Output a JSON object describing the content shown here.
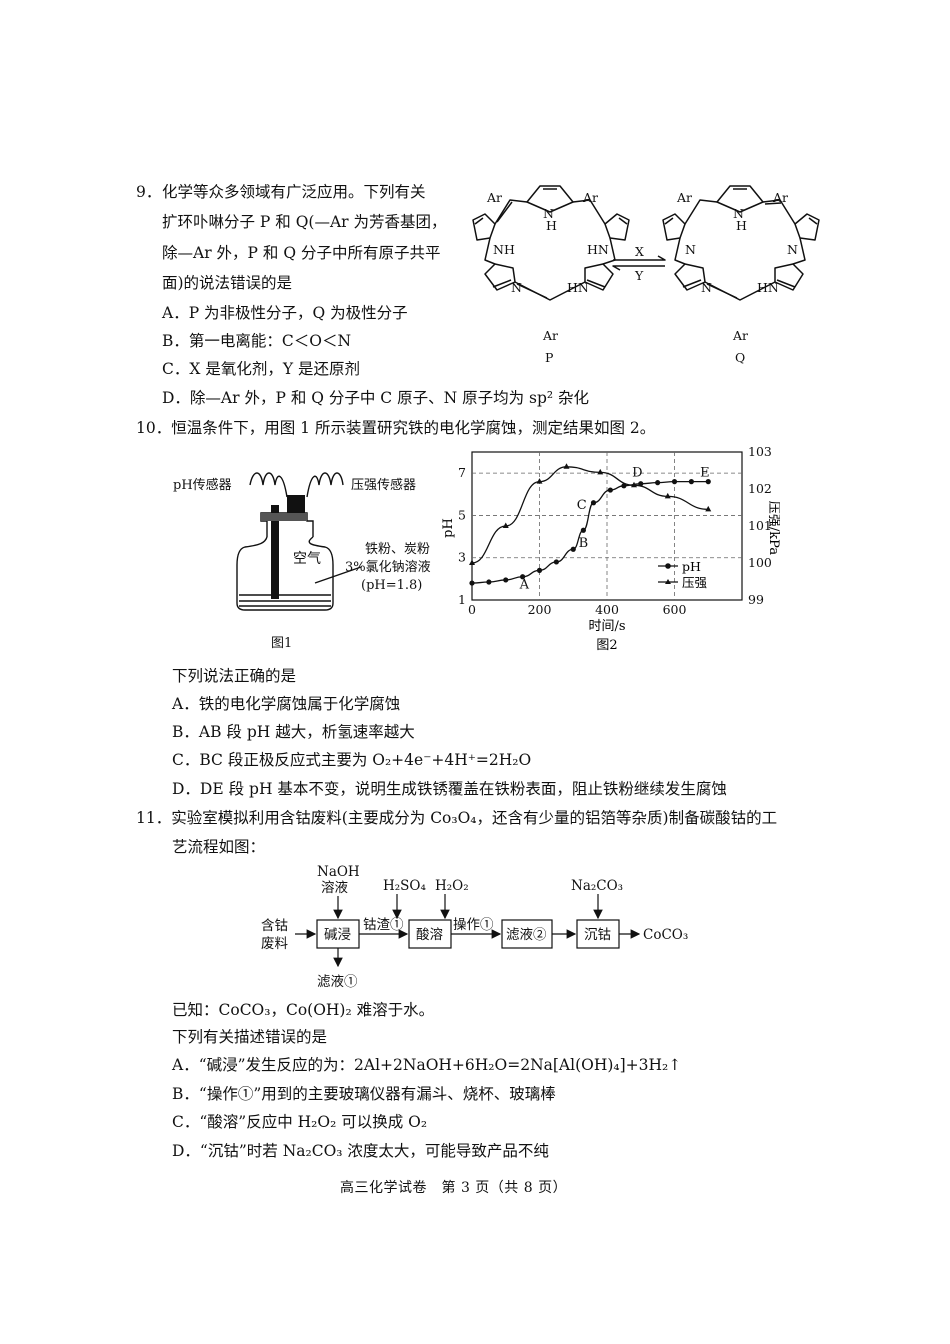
{
  "q9": {
    "num": "9．",
    "l1": "化学等众多领域有广泛应用。下列有关",
    "l2": "扩环卟啉分子 P 和 Q(—Ar 为芳香基团，",
    "l3": "除—Ar 外，P 和 Q 分子中所有原子共平",
    "l4": "面)的说法错误的是",
    "optA": "A．P 为非极性分子，Q 为极性分子",
    "optB": "B．第一电离能：C＜O＜N",
    "optC": "C．X 是氧化剂，Y 是还原剂",
    "optD": "D．除—Ar 外，P 和 Q 分子中 C 原子、N 原子均为 sp² 杂化",
    "fig": {
      "ar": "Ar",
      "nh": "NH",
      "hn": "HN",
      "n": "N",
      "h": "H",
      "x": "X",
      "y": "Y",
      "p": "P",
      "q": "Q"
    }
  },
  "q10": {
    "stem": "10．恒温条件下，用图 1 所示装置研究铁的电化学腐蚀，测定结果如图 2。",
    "fig1": {
      "ph_sensor": "pH传感器",
      "pressure_sensor": "压强传感器",
      "air": "空气",
      "label1": "铁粉、炭粉",
      "label2": "3%氯化钠溶液",
      "label3": "(pH=1.8)",
      "caption": "图1"
    },
    "fig2_caption": "图2",
    "question": "下列说法正确的是",
    "optA": "A．铁的电化学腐蚀属于化学腐蚀",
    "optB": "B．AB 段 pH 越大，析氢速率越大",
    "optC": "C．BC 段正极反应式主要为 O₂+4e⁻+4H⁺=2H₂O",
    "optD": "D．DE 段 pH 基本不变，说明生成铁锈覆盖在铁粉表面，阻止铁粉继续发生腐蚀"
  },
  "chart_data": {
    "type": "line",
    "xlabel": "时间/s",
    "ylabel": "pH",
    "y2label": "压强/kPa",
    "xlim": [
      0,
      800
    ],
    "ylim": [
      1,
      8
    ],
    "y2lim": [
      99,
      103
    ],
    "x_ticks": [
      "0",
      "200",
      "400",
      "600"
    ],
    "y_ticks": [
      "1",
      "3",
      "5",
      "7"
    ],
    "y2_ticks": [
      "99",
      "100",
      "101",
      "102",
      "103"
    ],
    "grid": true,
    "legend": "bottom-right",
    "series": [
      {
        "name": "pH",
        "marker": "circle",
        "x": [
          0,
          50,
          100,
          150,
          200,
          250,
          300,
          330,
          360,
          410,
          450,
          500,
          550,
          600,
          650,
          700
        ],
        "y": [
          1.8,
          1.85,
          1.95,
          2.1,
          2.4,
          2.8,
          3.4,
          4.3,
          5.6,
          6.2,
          6.4,
          6.5,
          6.55,
          6.6,
          6.6,
          6.6
        ]
      },
      {
        "name": "压强",
        "marker": "triangle",
        "axis": "right",
        "x": [
          0,
          100,
          200,
          280,
          380,
          480,
          580,
          700
        ],
        "y": [
          100.0,
          101.0,
          102.2,
          102.6,
          102.45,
          102.1,
          101.8,
          101.45
        ]
      }
    ],
    "annotations": [
      {
        "text": "A",
        "x": 155,
        "y": 1.55
      },
      {
        "text": "B",
        "x": 330,
        "y": 3.5
      },
      {
        "text": "C",
        "x": 325,
        "y": 5.3
      },
      {
        "text": "D",
        "x": 490,
        "y": 6.85
      },
      {
        "text": "E",
        "x": 690,
        "y": 6.85
      }
    ]
  },
  "q11": {
    "stem1": "11．实验室模拟利用含钴废料(主要成分为 Co₃O₄，还含有少量的铝箔等杂质)制备碳酸钴的工",
    "stem2": "艺流程如图：",
    "flow": {
      "feed1": "含钴",
      "feed2": "废料",
      "naoh1": "NaOH",
      "naoh2": "溶液",
      "box1": "碱浸",
      "filtrate1": "滤液①",
      "residue": "钴渣①",
      "h2so4": "H₂SO₄",
      "h2o2": "H₂O₂",
      "box2": "酸溶",
      "op": "操作①",
      "box3": "滤液②",
      "na2co3": "Na₂CO₃",
      "box4": "沉钴",
      "product": "CoCO₃"
    },
    "known": "已知：CoCO₃，Co(OH)₂ 难溶于水。",
    "question": "下列有关描述错误的是",
    "optA": "A．“碱浸”发生反应的为：2Al+2NaOH+6H₂O=2Na[Al(OH)₄]+3H₂↑",
    "optB": "B．“操作①”用到的主要玻璃仪器有漏斗、烧杯、玻璃棒",
    "optC": "C．“酸溶”反应中 H₂O₂ 可以换成 O₂",
    "optD": "D．“沉钴”时若 Na₂CO₃ 浓度太大，可能导致产品不纯"
  },
  "footer": "高三化学试卷　第 3 页（共 8 页）"
}
